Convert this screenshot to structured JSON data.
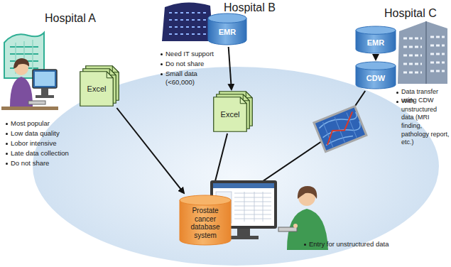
{
  "diagram": {
    "nodes": [
      {
        "text": [
          "Excel"
        ]
      },
      {
        "text": [
          "EMR"
        ]
      },
      {
        "text": [
          "Excel"
        ]
      },
      {
        "text": [
          "EMR"
        ]
      },
      {
        "text": [
          "CDW"
        ]
      },
      {
        "text": [
          "Prostate cancer database system"
        ]
      }
    ],
    "edges": [
      {
        "from": 0,
        "to": 5,
        "arrow": "to"
      },
      {
        "from": 1,
        "to": 2,
        "arrow": "to"
      },
      {
        "from": 2,
        "to": 5,
        "arrow": "to"
      },
      {
        "from": 3,
        "to": 4,
        "arrow": "to"
      },
      {
        "from": 4,
        "to": 5,
        "arrow": "to"
      }
    ],
    "labels": [
      "Hospital A",
      "Hospital B",
      "Hospital C",
      "Most popular",
      "Low data quality",
      "Lobor intensive",
      "Late data collection",
      "Do not share",
      "Need IT support",
      "Do not share",
      "Small data (<60,000)",
      "Data transfer using CDW",
      "With unstructured data (MRI finding, pathology report, etc.)",
      "Entry for unstructured data"
    ]
  }
}
